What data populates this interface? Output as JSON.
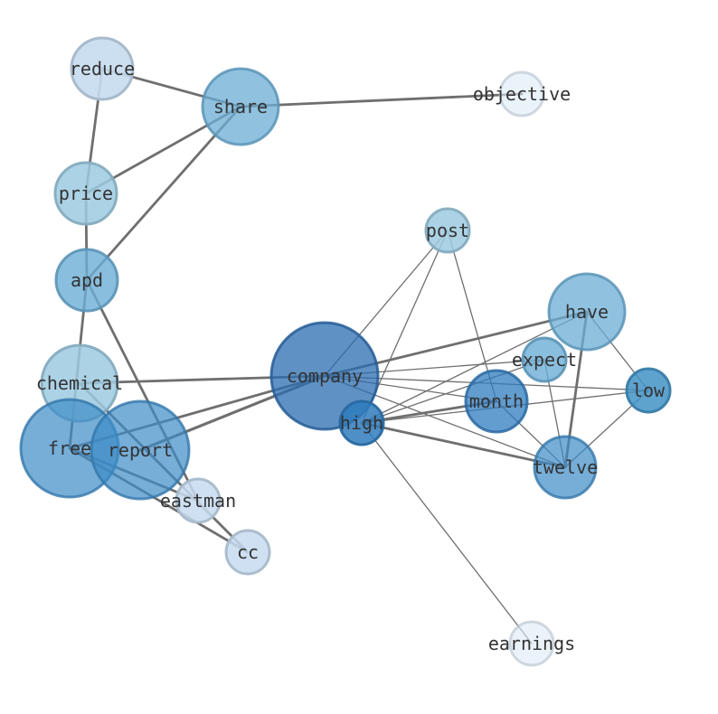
{
  "graph": {
    "nodes": [
      {
        "id": "reduce",
        "label": "reduce",
        "color": "#c6dbef"
      },
      {
        "id": "share",
        "label": "share",
        "color": "#6baed6"
      },
      {
        "id": "objective",
        "label": "objective",
        "color": "#deebf7"
      },
      {
        "id": "price",
        "label": "price",
        "color": "#9ecae1"
      },
      {
        "id": "post",
        "label": "post",
        "color": "#9ecae1"
      },
      {
        "id": "apd",
        "label": "apd",
        "color": "#6baed6"
      },
      {
        "id": "have",
        "label": "have",
        "color": "#6baed6"
      },
      {
        "id": "expect",
        "label": "expect",
        "color": "#6baed6"
      },
      {
        "id": "chemical",
        "label": "chemical",
        "color": "#9ecae1"
      },
      {
        "id": "company",
        "label": "company",
        "color": "#2b6cb0"
      },
      {
        "id": "low",
        "label": "low",
        "color": "#4292c6"
      },
      {
        "id": "month",
        "label": "month",
        "color": "#2f7bbd"
      },
      {
        "id": "high",
        "label": "high",
        "color": "#2f7bbd"
      },
      {
        "id": "free",
        "label": "free",
        "color": "#3c8cc8"
      },
      {
        "id": "report",
        "label": "report",
        "color": "#3c8cc8"
      },
      {
        "id": "twelve",
        "label": "twelve",
        "color": "#3c8cc8"
      },
      {
        "id": "eastman",
        "label": "eastman",
        "color": "#c6dbef"
      },
      {
        "id": "cc",
        "label": "cc",
        "color": "#c6dbef"
      },
      {
        "id": "earnings",
        "label": "earnings",
        "color": "#deebf7"
      }
    ],
    "edges": [
      {
        "source": "reduce",
        "target": "share",
        "weight": 2
      },
      {
        "source": "reduce",
        "target": "price",
        "weight": 2
      },
      {
        "source": "share",
        "target": "objective",
        "weight": 2
      },
      {
        "source": "share",
        "target": "price",
        "weight": 2
      },
      {
        "source": "share",
        "target": "apd",
        "weight": 2
      },
      {
        "source": "price",
        "target": "apd",
        "weight": 2
      },
      {
        "source": "apd",
        "target": "free",
        "weight": 2
      },
      {
        "source": "apd",
        "target": "eastman",
        "weight": 2
      },
      {
        "source": "chemical",
        "target": "company",
        "weight": 2
      },
      {
        "source": "chemical",
        "target": "cc",
        "weight": 2
      },
      {
        "source": "free",
        "target": "eastman",
        "weight": 2
      },
      {
        "source": "free",
        "target": "cc",
        "weight": 2
      },
      {
        "source": "free",
        "target": "company",
        "weight": 2
      },
      {
        "source": "report",
        "target": "company",
        "weight": 3
      },
      {
        "source": "company",
        "target": "have",
        "weight": 2
      },
      {
        "source": "company",
        "target": "post",
        "weight": 1
      },
      {
        "source": "company",
        "target": "expect",
        "weight": 1
      },
      {
        "source": "company",
        "target": "month",
        "weight": 1
      },
      {
        "source": "company",
        "target": "low",
        "weight": 1
      },
      {
        "source": "company",
        "target": "twelve",
        "weight": 1
      },
      {
        "source": "post",
        "target": "high",
        "weight": 1
      },
      {
        "source": "post",
        "target": "month",
        "weight": 1
      },
      {
        "source": "have",
        "target": "twelve",
        "weight": 2
      },
      {
        "source": "have",
        "target": "low",
        "weight": 1
      },
      {
        "source": "have",
        "target": "high",
        "weight": 1
      },
      {
        "source": "expect",
        "target": "twelve",
        "weight": 1
      },
      {
        "source": "expect",
        "target": "high",
        "weight": 1
      },
      {
        "source": "month",
        "target": "high",
        "weight": 2
      },
      {
        "source": "month",
        "target": "twelve",
        "weight": 1
      },
      {
        "source": "low",
        "target": "high",
        "weight": 1
      },
      {
        "source": "low",
        "target": "twelve",
        "weight": 1
      },
      {
        "source": "high",
        "target": "twelve",
        "weight": 2
      },
      {
        "source": "high",
        "target": "earnings",
        "weight": 1
      }
    ]
  }
}
